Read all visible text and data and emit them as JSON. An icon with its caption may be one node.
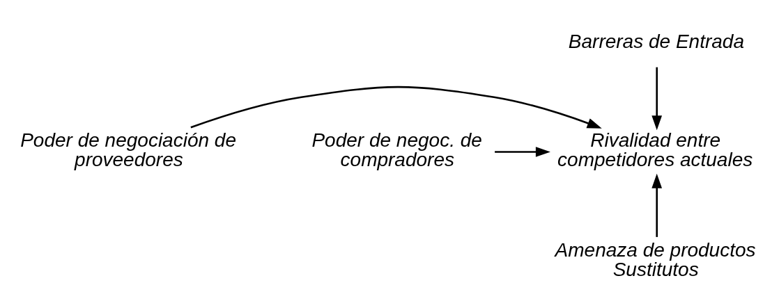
{
  "diagram": {
    "nodes": [
      {
        "text": [
          "Barreras de Entrada"
        ]
      },
      {
        "text": [
          "Poder de negociación de proveedores"
        ]
      },
      {
        "text": [
          "Rivalidad entre competidores actuales"
        ]
      },
      {
        "text": [
          "Poder de negoc. de compradores"
        ]
      },
      {
        "text": [
          "Amenaza de productos Sustitutos"
        ]
      }
    ],
    "edges": [
      {
        "from": 0,
        "to": 2,
        "arrow": "to"
      },
      {
        "from": 1,
        "to": 2,
        "arrow": "to"
      },
      {
        "from": 3,
        "to": 2,
        "arrow": "to"
      },
      {
        "from": 4,
        "to": 2,
        "arrow": "to"
      }
    ]
  }
}
